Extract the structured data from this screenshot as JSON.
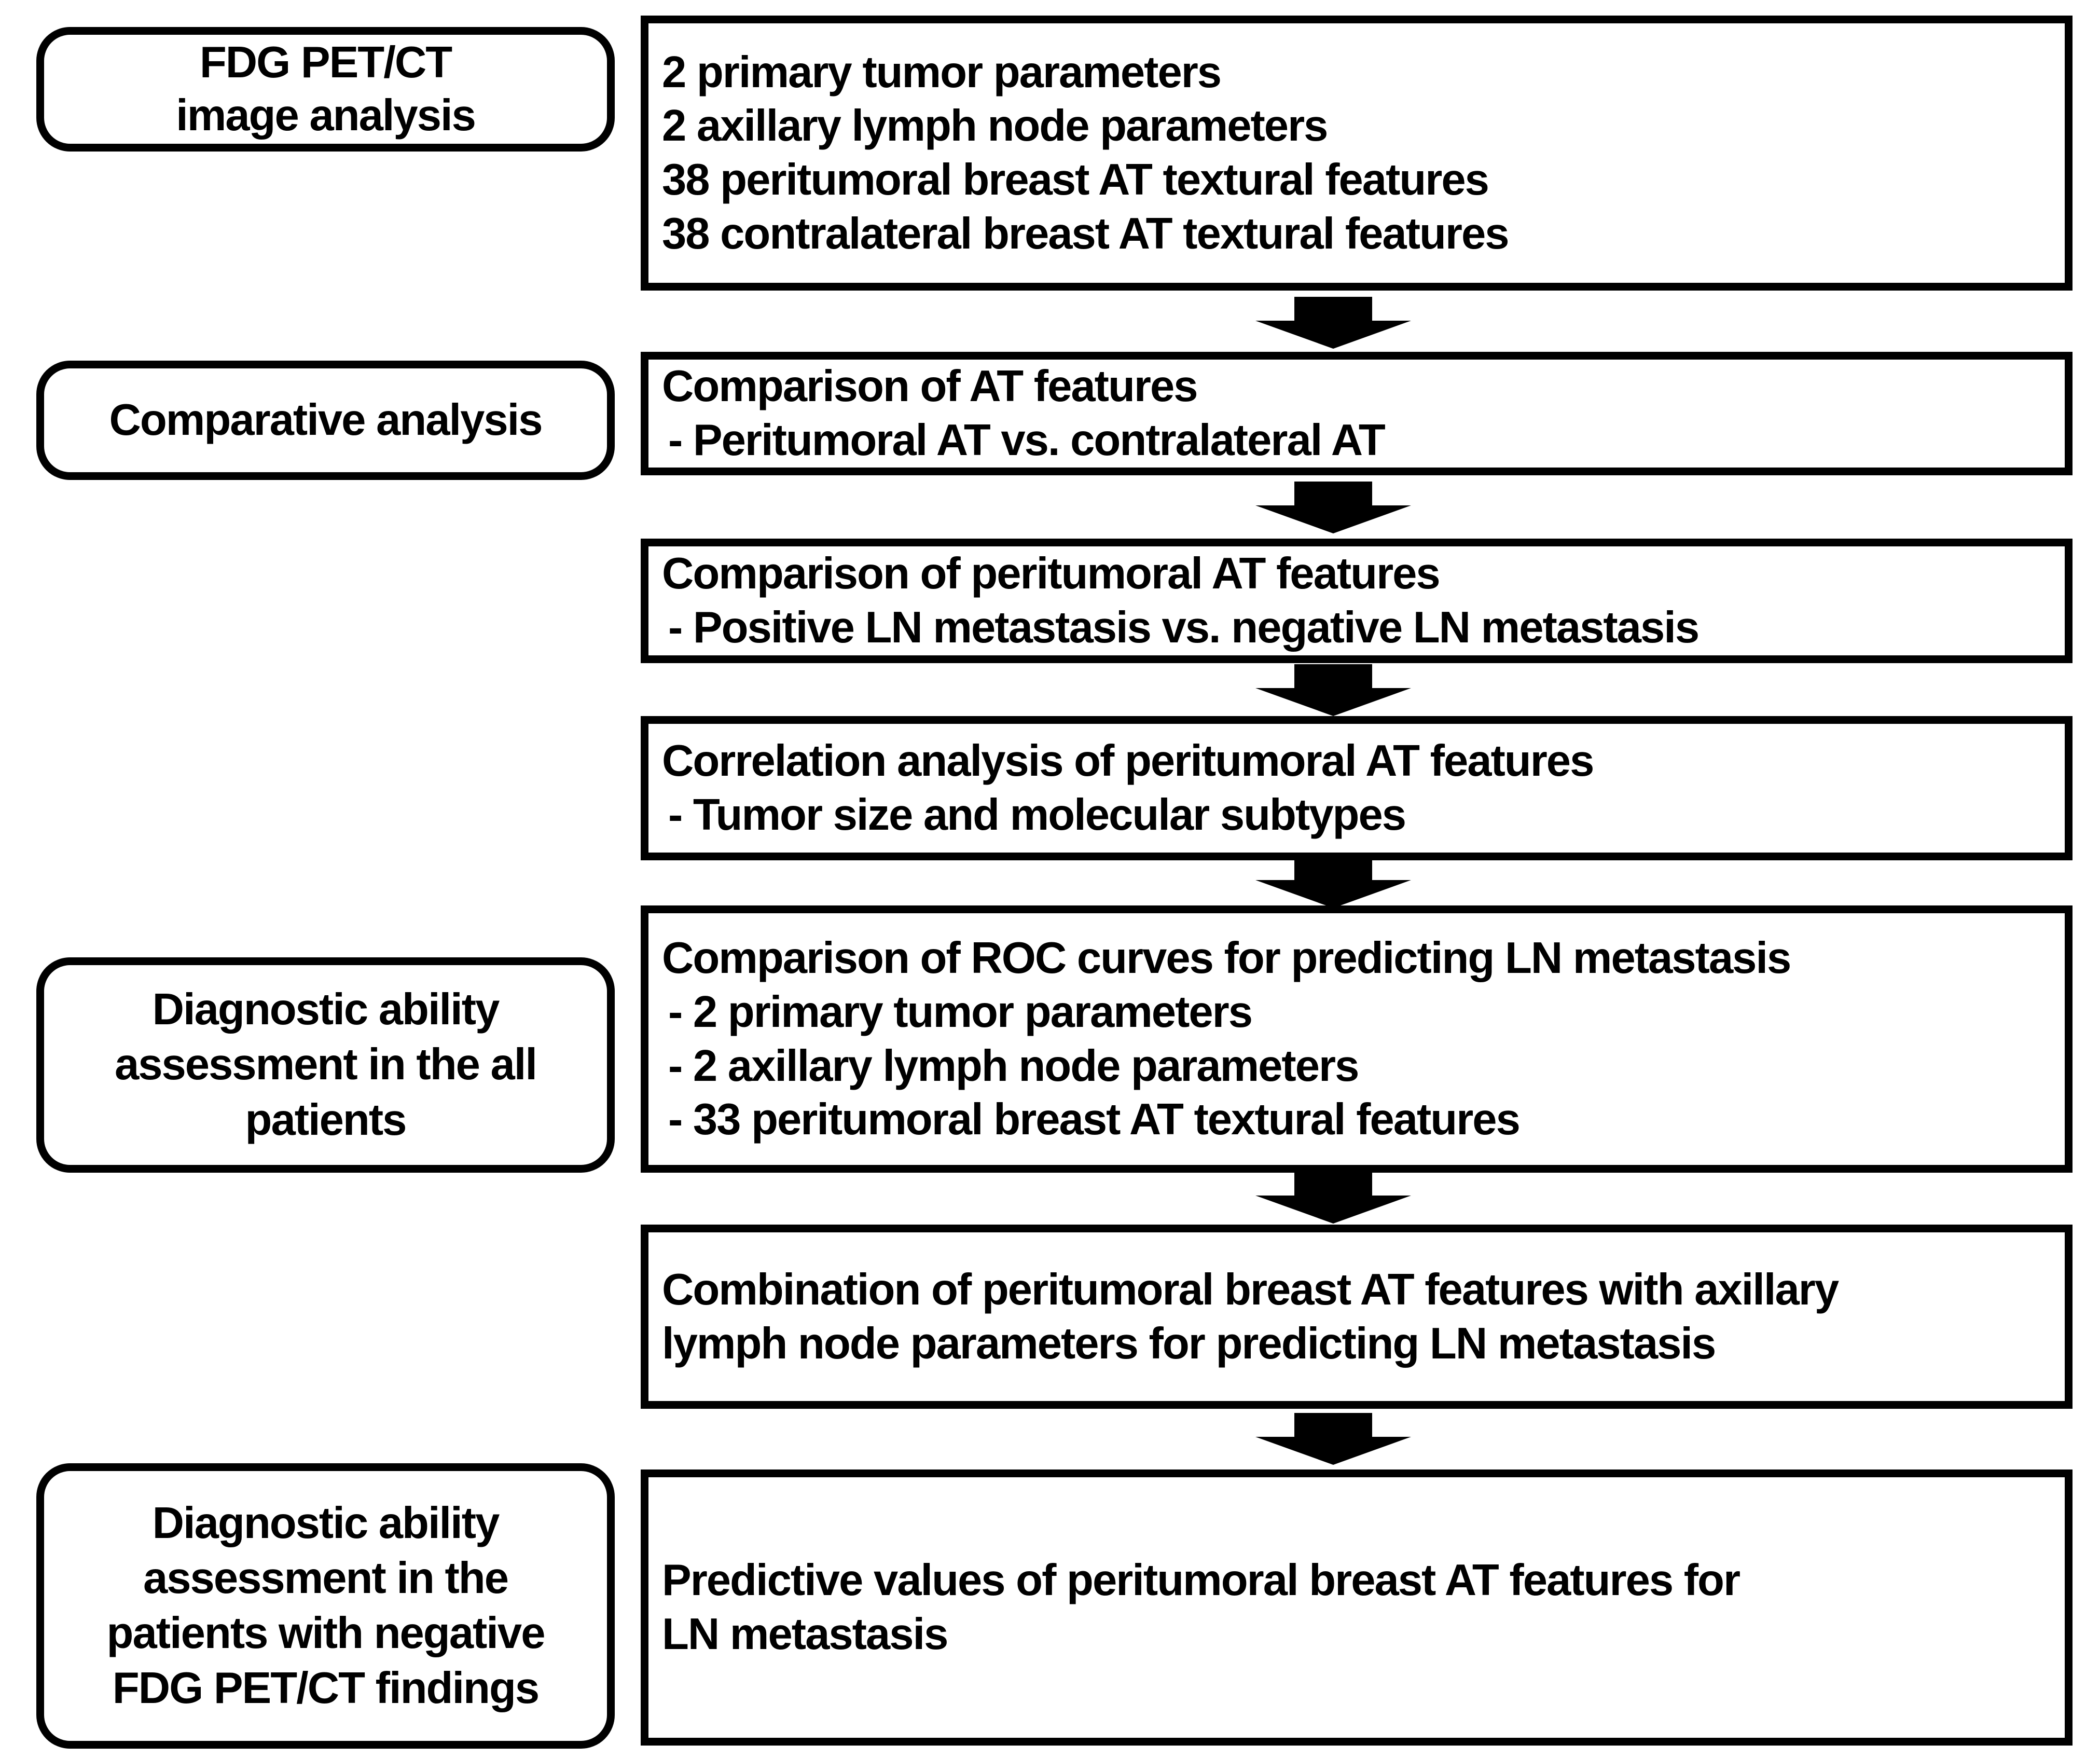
{
  "figure": {
    "type": "study-design-flowchart",
    "colors": {
      "ink": "#000000",
      "background": "#ffffff"
    }
  },
  "left_boxes": [
    {
      "name": "fdg-petct-image-analysis",
      "lines": [
        "FDG PET/CT",
        "image analysis"
      ]
    },
    {
      "name": "comparative-analysis",
      "lines": [
        "Comparative analysis"
      ]
    },
    {
      "name": "diagnostic-ability-all-patients",
      "lines": [
        "Diagnostic ability",
        "assessment in the all",
        "patients"
      ]
    },
    {
      "name": "diagnostic-ability-negative-findings",
      "lines": [
        "Diagnostic ability",
        "assessment in the",
        "patients with negative",
        "FDG PET/CT findings"
      ]
    }
  ],
  "right_boxes": [
    {
      "name": "image-analysis-output",
      "lines": [
        "2 primary tumor parameters",
        "2 axillary lymph node parameters",
        "38 peritumoral breast AT textural features",
        "38 contralateral breast AT textural features"
      ]
    },
    {
      "name": "comparison-at-features",
      "lines": [
        "Comparison of AT features",
        "- Peritumoral AT vs. contralateral AT"
      ]
    },
    {
      "name": "comparison-peritumoral-at-features",
      "lines": [
        "Comparison of peritumoral AT features",
        "- Positive LN metastasis vs. negative LN metastasis"
      ]
    },
    {
      "name": "correlation-analysis-peritumoral-at",
      "lines": [
        "Correlation analysis of peritumoral AT features",
        "- Tumor size and molecular subtypes"
      ]
    },
    {
      "name": "roc-curve-comparison",
      "lines": [
        "Comparison of ROC curves for predicting LN metastasis",
        "- 2 primary tumor parameters",
        "- 2 axillary lymph node parameters",
        "- 33 peritumoral breast AT textural features"
      ]
    },
    {
      "name": "combination-features",
      "lines": [
        "Combination of peritumoral breast AT features with axillary",
        "lymph node parameters for predicting LN metastasis"
      ]
    },
    {
      "name": "predictive-values",
      "lines": [
        "Predictive values of peritumoral breast AT features for",
        "LN metastasis"
      ]
    }
  ]
}
